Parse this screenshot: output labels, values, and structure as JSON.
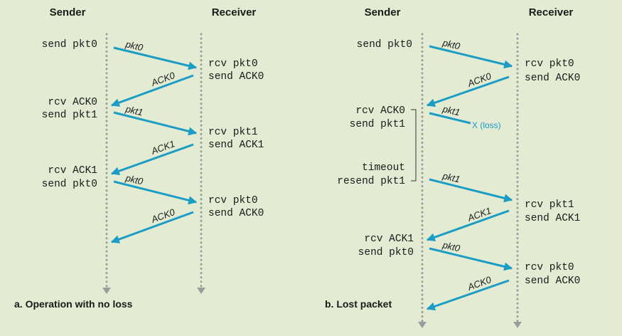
{
  "panels": {
    "a": {
      "sender_label": "Sender",
      "receiver_label": "Receiver",
      "caption": "a. Operation with no loss",
      "sender_events": [
        "send pkt0",
        "rcv ACK0",
        "send pkt1",
        "rcv ACK1",
        "send pkt0"
      ],
      "receiver_events": [
        "rcv pkt0",
        "send ACK0",
        "rcv pkt1",
        "send ACK1",
        "rcv pkt0",
        "send ACK0"
      ],
      "messages": [
        "pkt0",
        "ACK0",
        "pkt1",
        "ACK1",
        "pkt0",
        "ACK0"
      ]
    },
    "b": {
      "sender_label": "Sender",
      "receiver_label": "Receiver",
      "caption": "b. Lost packet",
      "sender_events": [
        "send pkt0",
        "rcv ACK0",
        "send pkt1",
        "timeout",
        "resend pkt1",
        "rcv ACK1",
        "send pkt0"
      ],
      "receiver_events": [
        "rcv pkt0",
        "send ACK0",
        "rcv pkt1",
        "send ACK1",
        "rcv pkt0",
        "send ACK0"
      ],
      "messages": [
        "pkt0",
        "ACK0",
        "pkt1",
        "pkt1",
        "ACK1",
        "pkt0",
        "ACK0"
      ],
      "loss_label": "X (loss)"
    }
  },
  "colors": {
    "background": "#e3ebd3",
    "arrow": "#1a9cc4",
    "timeline": "#9c9c9c",
    "text": "#1a1a1a"
  }
}
